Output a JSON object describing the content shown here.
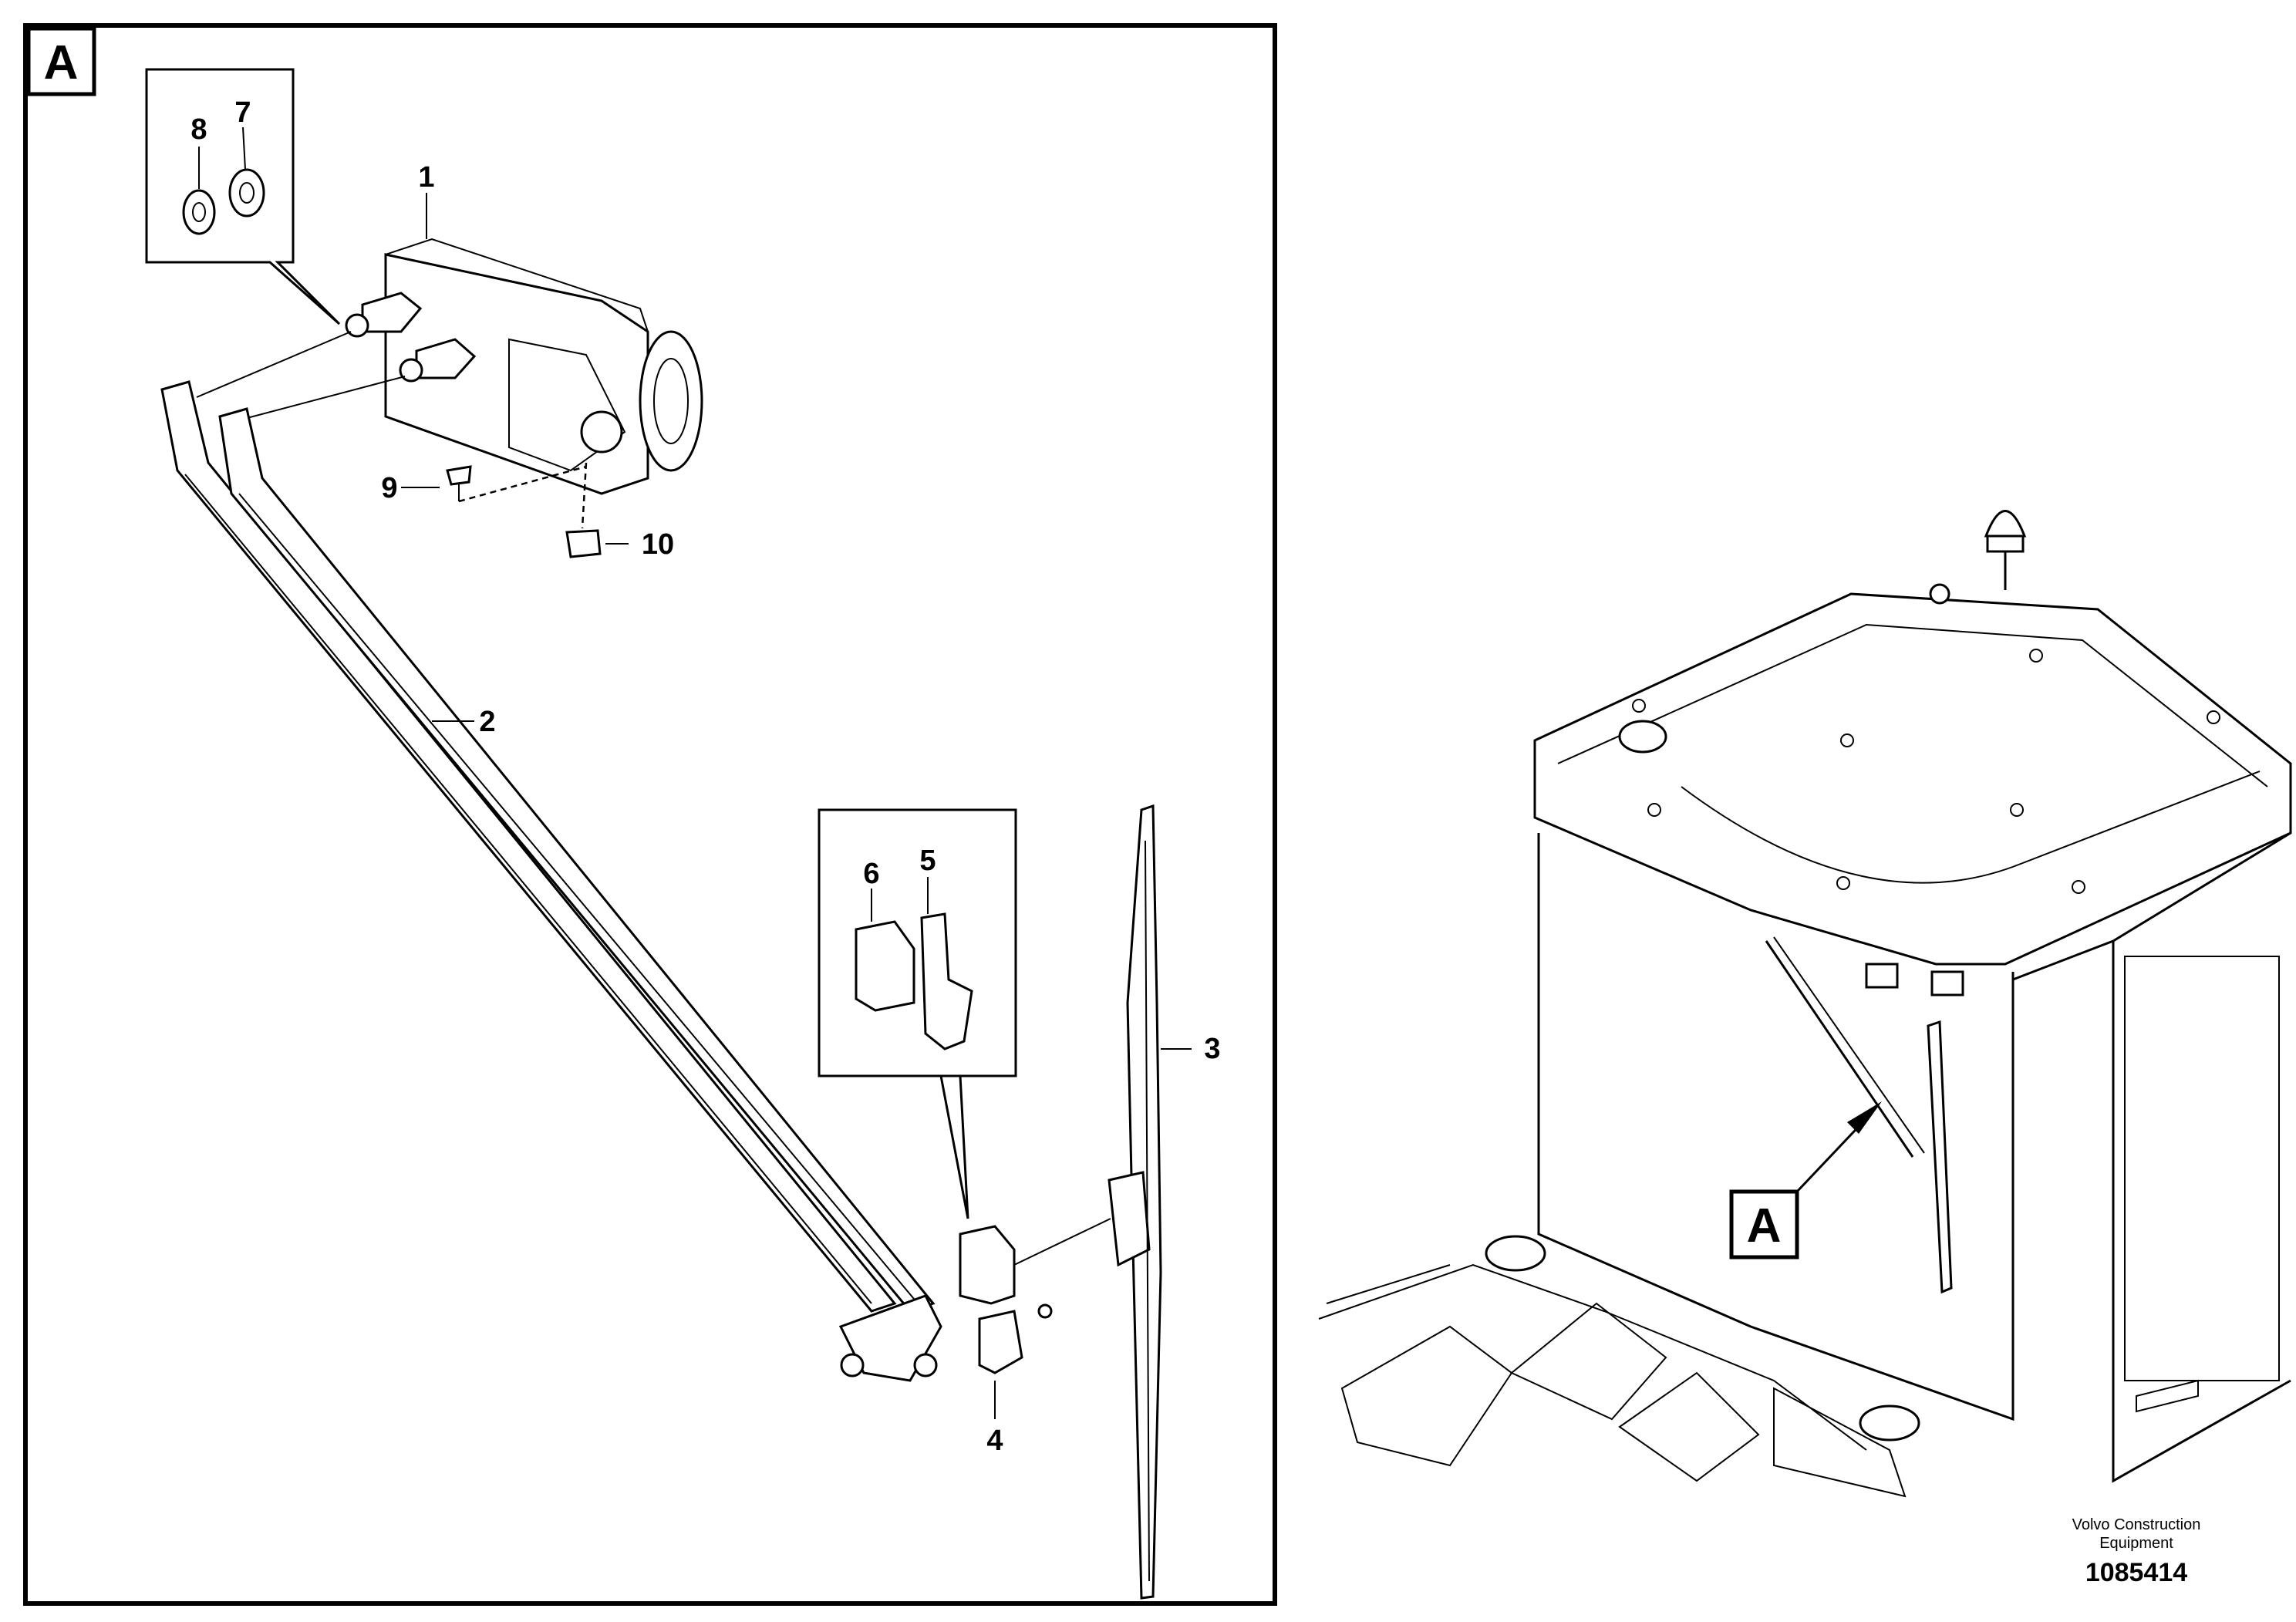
{
  "view_label": "A",
  "callouts": [
    "1",
    "2",
    "3",
    "4",
    "5",
    "6",
    "7",
    "8",
    "9",
    "10"
  ],
  "detail_marker": "A",
  "brand_line1": "Volvo Construction",
  "brand_line2": "Equipment",
  "drawing_number": "1085414"
}
